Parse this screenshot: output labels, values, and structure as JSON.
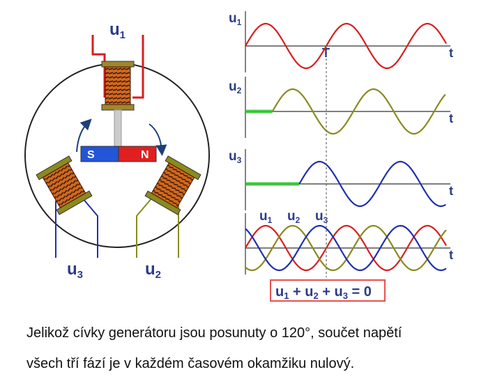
{
  "generator": {
    "coil_labels": {
      "u1": "u",
      "u1_sub": "1",
      "u2": "u",
      "u2_sub": "2",
      "u3": "u",
      "u3_sub": "3"
    },
    "magnet": {
      "south": "S",
      "north": "N"
    }
  },
  "chart_data": [
    {
      "type": "line",
      "ylabel": "u",
      "ylabel_sub": "1",
      "xlabel": "t",
      "period_label": "T",
      "series": [
        {
          "name": "u1",
          "color": "#d81e1e",
          "phase_deg": 0
        }
      ]
    },
    {
      "type": "line",
      "ylabel": "u",
      "ylabel_sub": "2",
      "xlabel": "t",
      "series": [
        {
          "name": "u2",
          "color": "#8a8a1e",
          "phase_deg": -120
        }
      ]
    },
    {
      "type": "line",
      "ylabel": "u",
      "ylabel_sub": "3",
      "xlabel": "t",
      "series": [
        {
          "name": "u3",
          "color": "#1f2fb0",
          "phase_deg": -240
        }
      ]
    },
    {
      "type": "line",
      "xlabel": "t",
      "series": [
        {
          "name": "u1",
          "label": "u",
          "label_sub": "1",
          "color": "#d81e1e",
          "phase_deg": 0
        },
        {
          "name": "u2",
          "label": "u",
          "label_sub": "2",
          "color": "#8a8a1e",
          "phase_deg": -120
        },
        {
          "name": "u3",
          "label": "u",
          "label_sub": "3",
          "color": "#1f2fb0",
          "phase_deg": -240
        }
      ]
    }
  ],
  "sum_box": {
    "text_u1": "u",
    "sub1": "1",
    "plus1": " + ",
    "text_u2": "u",
    "sub2": "2",
    "plus2": " + ",
    "text_u3": "u",
    "sub3": "3",
    "eq": " = 0"
  },
  "caption": {
    "line1": "Jelikož cívky generátoru jsou posunuty o 120°, součet napětí",
    "line2": "všech tří fází je v každém časovém okamžiku nulový."
  },
  "colors": {
    "red": "#d81e1e",
    "olive": "#8a8a1e",
    "blue": "#1f2fb0",
    "green": "#2ec92e",
    "axis": "#333333"
  }
}
